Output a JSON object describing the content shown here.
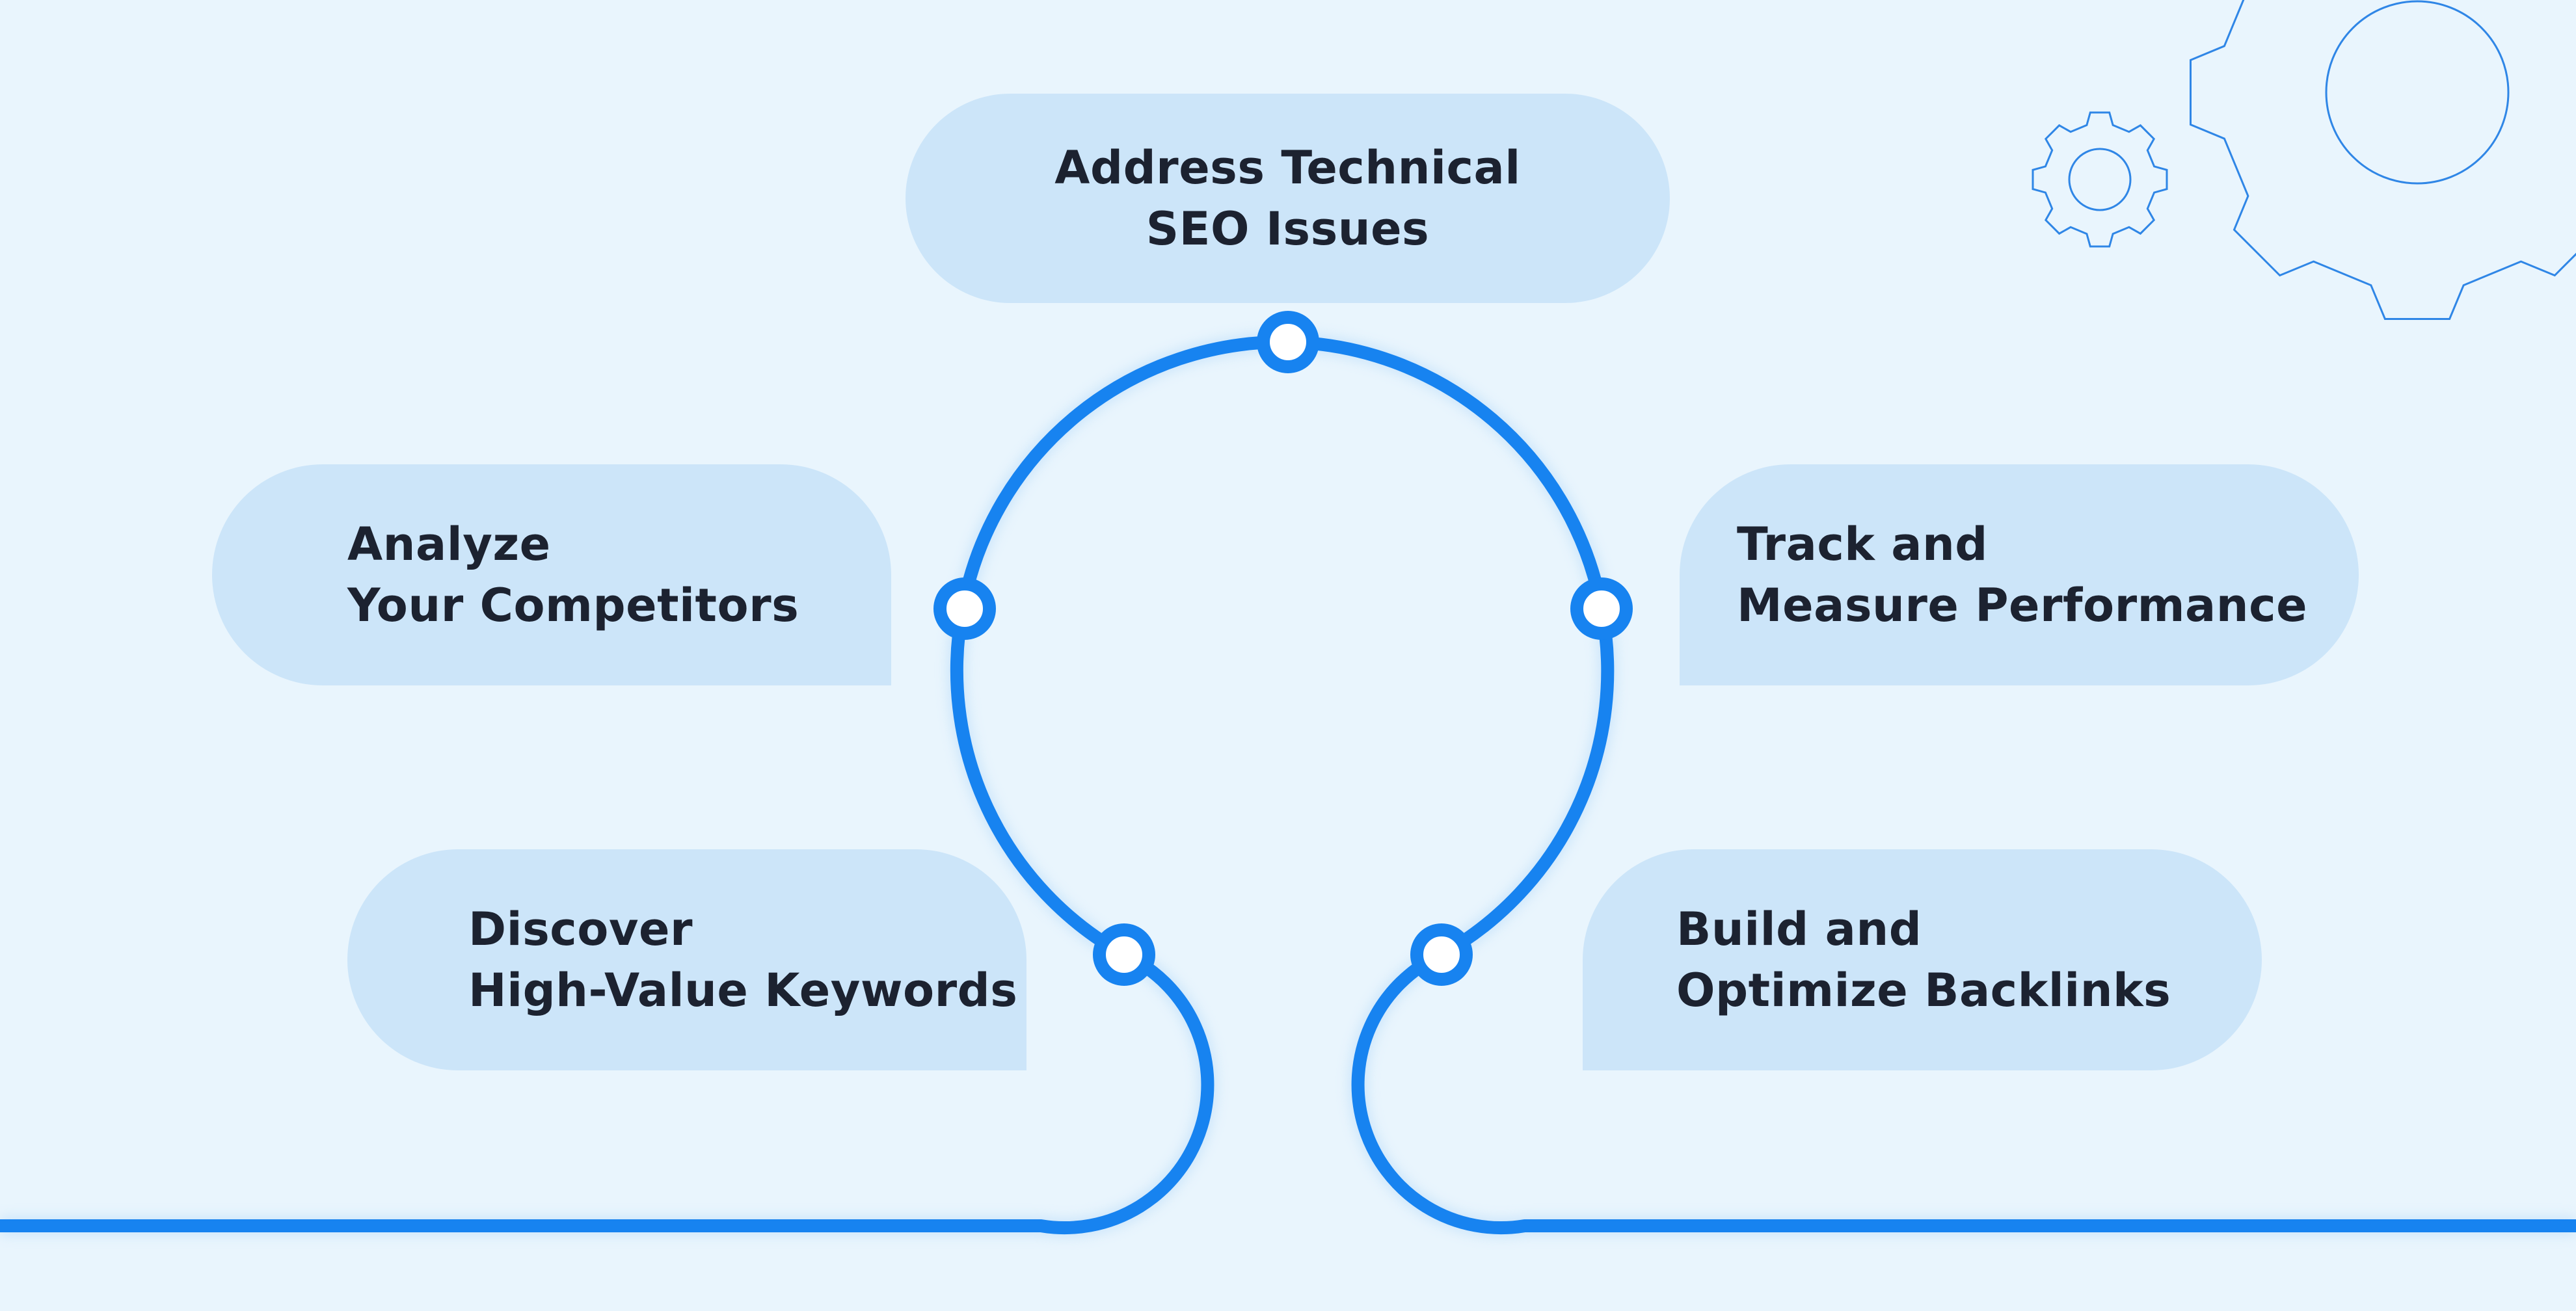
{
  "diagram": {
    "steps": [
      {
        "id": "top",
        "lines": [
          "Address Technical",
          "SEO Issues"
        ]
      },
      {
        "id": "left-upper",
        "lines": [
          "Analyze",
          "Your Competitors"
        ]
      },
      {
        "id": "left-lower",
        "lines": [
          "Discover",
          "High-Value Keywords"
        ]
      },
      {
        "id": "right-upper",
        "lines": [
          "Track and",
          "Measure Performance"
        ]
      },
      {
        "id": "right-lower",
        "lines": [
          "Build and",
          "Optimize Backlinks"
        ]
      }
    ],
    "decorations": {
      "gear_icons": [
        "small-gear-icon",
        "large-gear-icon"
      ]
    },
    "colors": {
      "background": "#e9f5fd",
      "label_fill": "#cce5f9",
      "path_stroke": "#1783f0",
      "gear_outline": "#2f86e6",
      "text": "#1c2230"
    }
  }
}
